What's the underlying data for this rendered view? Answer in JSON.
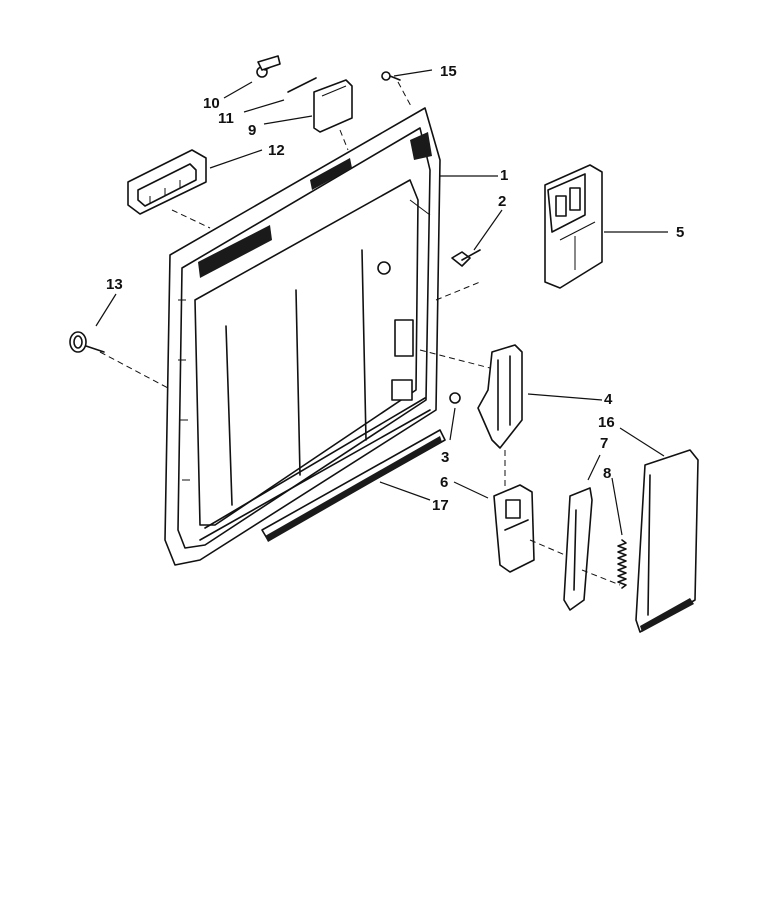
{
  "diagram": {
    "callouts": [
      {
        "id": "1",
        "text": "1"
      },
      {
        "id": "2",
        "text": "2"
      },
      {
        "id": "3",
        "text": "3"
      },
      {
        "id": "4",
        "text": "4"
      },
      {
        "id": "5",
        "text": "5"
      },
      {
        "id": "6",
        "text": "6"
      },
      {
        "id": "7",
        "text": "7"
      },
      {
        "id": "8",
        "text": "8"
      },
      {
        "id": "9",
        "text": "9"
      },
      {
        "id": "10",
        "text": "10"
      },
      {
        "id": "11",
        "text": "11"
      },
      {
        "id": "12",
        "text": "12"
      },
      {
        "id": "13",
        "text": "13"
      },
      {
        "id": "15",
        "text": "15"
      },
      {
        "id": "16",
        "text": "16"
      },
      {
        "id": "17",
        "text": "17"
      }
    ]
  }
}
